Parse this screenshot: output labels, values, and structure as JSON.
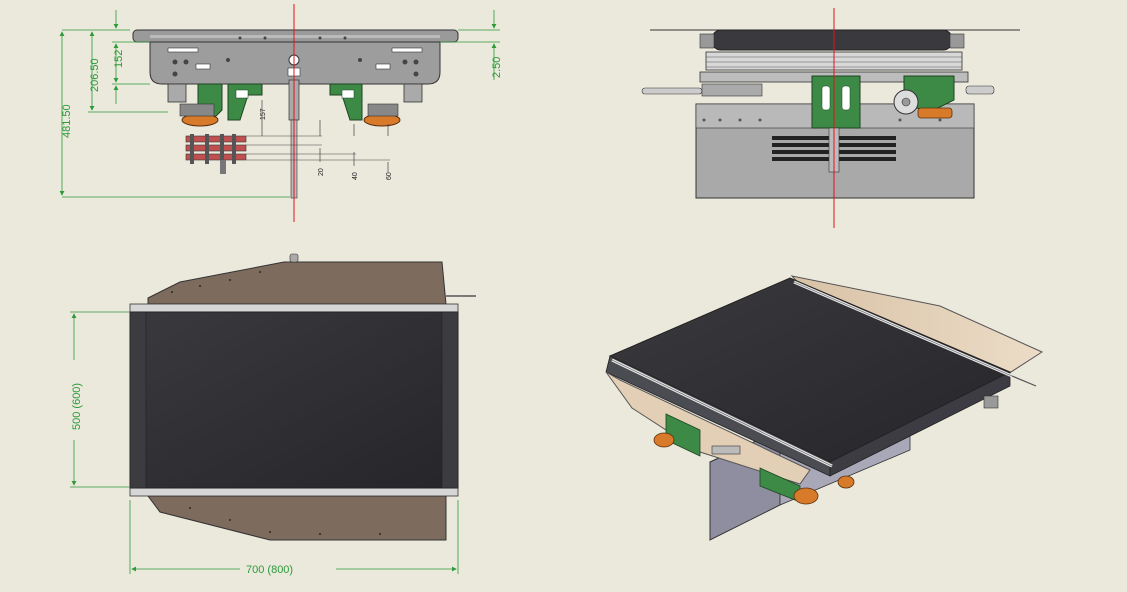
{
  "views": {
    "front": {
      "dimensions": {
        "overall_height": "481.50",
        "frame_height": "206.50",
        "inner_height": "152",
        "top_offset": "2.50",
        "bracket_height": "157",
        "step_20": "20",
        "step_40": "40",
        "step_60": "60"
      }
    },
    "top": {
      "dimensions": {
        "width": "500 (600)",
        "length": "700 (800)"
      }
    }
  },
  "colors": {
    "background": "#ebe8dc",
    "dimension_line": "#2c9b3a",
    "center_line": "#e0141b",
    "belt": "#2f2f33",
    "side_plate": "#7d6b5e",
    "bracket_green": "#3c8a45",
    "roller_orange": "#d77a2a"
  }
}
